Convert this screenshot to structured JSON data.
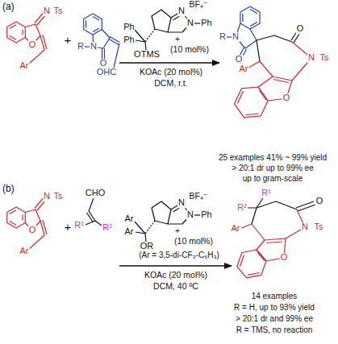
{
  "diagram": {
    "labels": [
      "(a)",
      "N",
      "Ts",
      "O",
      "Ar",
      "+",
      "R",
      "N",
      "O",
      "OHC",
      "BF₄⁻",
      "N",
      "N",
      "+",
      "Ph",
      "Ph",
      "Ph",
      "OTMS",
      "(10 mol%)",
      "KOAc (20 mol%)",
      "DCM, r.t.",
      "R",
      "N",
      "O",
      "O",
      "N",
      "Ts",
      "Ar",
      "O",
      "25 examples 41% ~ 99% yield",
      "> 20:1 dr up to 99% ee",
      "up to gram-scale",
      "(b)",
      "N",
      "Ts",
      "O",
      "Ar",
      "+",
      "CHO",
      "R¹",
      "R²",
      "BF₄⁻",
      "N",
      "N",
      "+",
      "Ph",
      "Ar",
      "Ar",
      "OR",
      "(10 mol%)",
      "(Ar = 3,5-di-CF₃-C₆H₃)",
      "KOAc (20 mol%)",
      "DCM, 40 ºC",
      "R¹",
      "R²",
      "O",
      "N",
      "Ts",
      "Ar",
      "O",
      "14 examples",
      "R = H, up to 93% yield",
      "> 20:1 dr and 99% ee",
      "R = TMS, no reaction"
    ]
  }
}
